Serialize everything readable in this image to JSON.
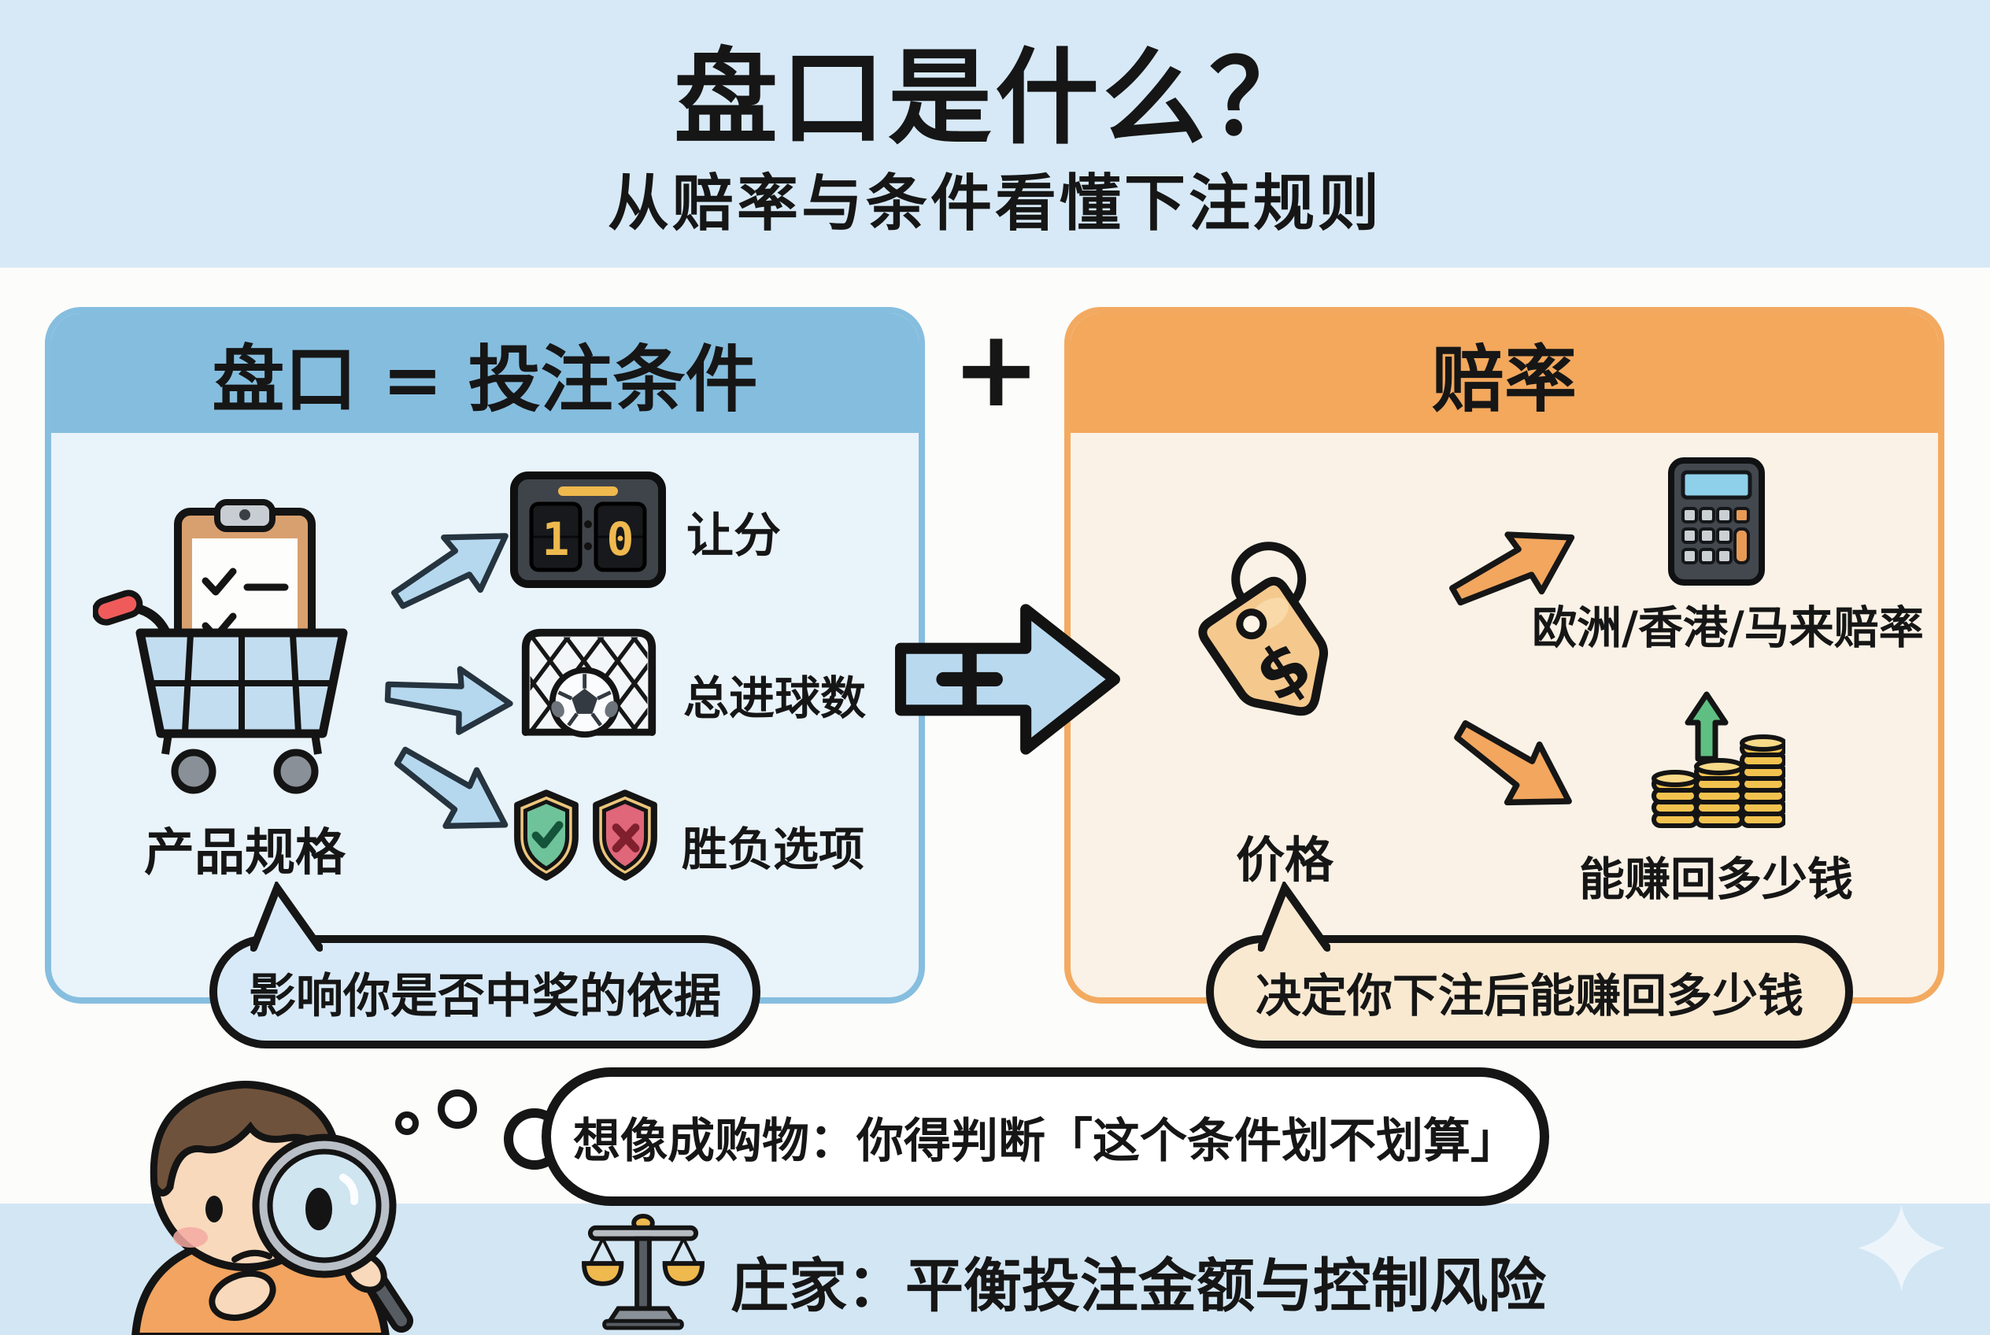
{
  "title": "盘口是什么？",
  "subtitle": "从赔率与条件看懂下注规则",
  "plus_sign": "+",
  "left_panel": {
    "header": "盘口 = 投注条件",
    "source_label": "产品规格",
    "scoreboard": {
      "home": "1",
      "away": "0"
    },
    "item_labels": {
      "handicap": "让分",
      "total_goals": "总进球数",
      "win_lose": "胜负选项"
    },
    "bubble": "影响你是否中奖的依据"
  },
  "right_panel": {
    "header": "赔率",
    "source_label": "价格",
    "tag_symbol": "$",
    "item_labels": {
      "odds_formats": "欧洲/香港/马来赔率",
      "payout": "能赚回多少钱"
    },
    "bubble": "决定你下注后能赚回多少钱"
  },
  "thought": {
    "bubble": "想像成购物：你得判断「这个条件划不划算」"
  },
  "footer": {
    "label": "庄家：平衡投注金额与控制风险"
  },
  "colors": {
    "band_blue": "#d7e9f6",
    "page_bg": "#fcfcfa",
    "left_header": "#85bdde",
    "left_body": "#e9f3fa",
    "right_header": "#f3a85c",
    "right_body": "#faf2e6",
    "bubble_left": "#d8eaf8",
    "bubble_right": "#f9e9d1",
    "arrow_blue": "#b5d8ef",
    "arrow_orange": "#f2a65e",
    "amber": "#efb94e",
    "shield_green": "#6fc39b",
    "shield_red": "#e0667a",
    "coin_gold": "#f2c24f",
    "green_up": "#5fbf82",
    "ink": "#161616"
  }
}
